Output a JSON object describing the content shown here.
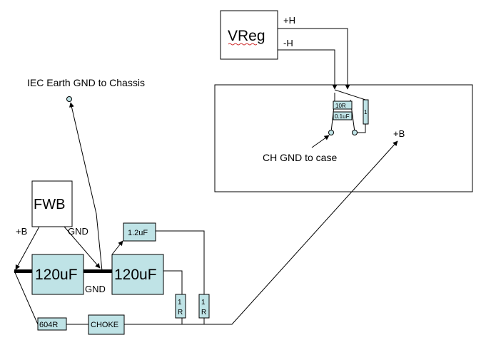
{
  "labels": {
    "vreg": "VReg",
    "plus_h": "+H",
    "minus_h": "-H",
    "iec_earth": "IEC Earth GND to Chassis",
    "ch_gnd": "CH GND to case",
    "plus_b_right": "+B",
    "fwb": "FWB",
    "plus_b_left": "+B",
    "gnd_top": "GND",
    "gnd_bottom": "GND",
    "cap1": "120uF",
    "cap2": "120uF",
    "cap_small": "1.2uF",
    "r604": "604R",
    "choke": "CHOKE",
    "r1_a": "1",
    "r1_a2": "R",
    "r1_b": "1",
    "r1_b2": "R",
    "tube_10r": "10R",
    "tube_01uf": "0.1uF",
    "tube_side": "1"
  },
  "colors": {
    "component_fill": "#bfe3e6",
    "line": "#000000",
    "background": "#ffffff"
  }
}
